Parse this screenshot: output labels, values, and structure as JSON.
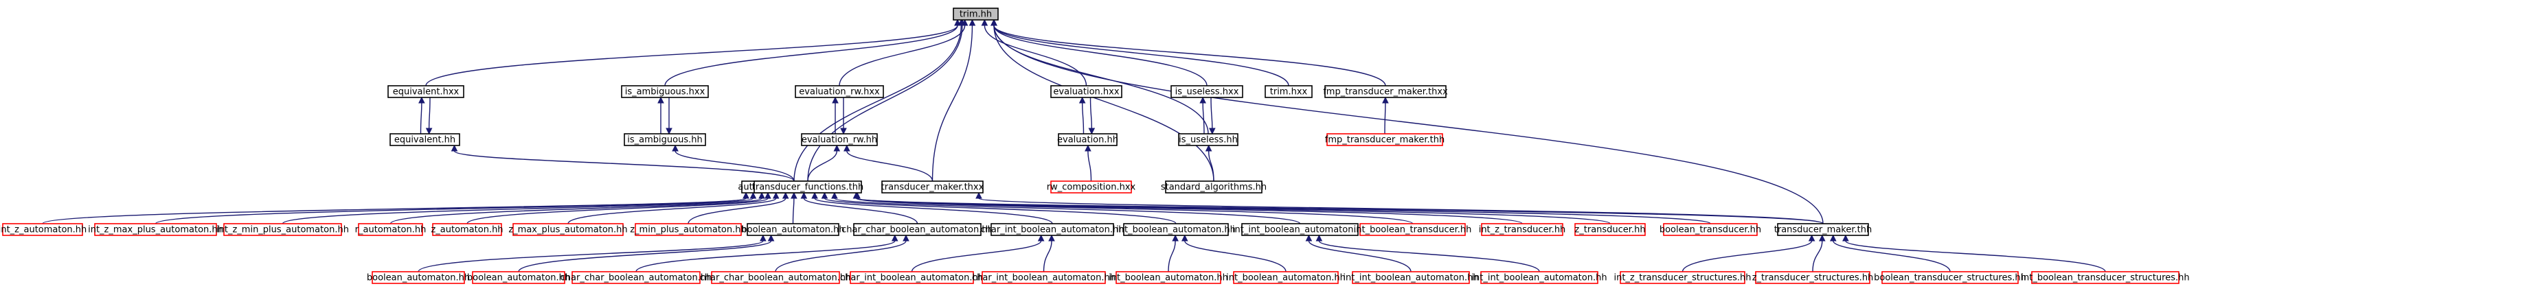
{
  "diagram": {
    "title": "",
    "colors": {
      "edge": "#191970",
      "root_fill": "#bfbfbf",
      "documented_border": "#000000",
      "undocumented_border": "#ff0000",
      "node_fill": "#ffffff"
    },
    "nodes": [
      {
        "id": "trim_hh",
        "label": "trim.hh",
        "kind": "root"
      },
      {
        "id": "equivalent_hxx",
        "label": "equivalent.hxx",
        "kind": "documented"
      },
      {
        "id": "is_ambiguous_hxx",
        "label": "is_ambiguous.hxx",
        "kind": "documented"
      },
      {
        "id": "evaluation_rw_hxx",
        "label": "evaluation_rw.hxx",
        "kind": "documented"
      },
      {
        "id": "evaluation_hxx",
        "label": "evaluation.hxx",
        "kind": "documented"
      },
      {
        "id": "is_useless_hxx",
        "label": "is_useless.hxx",
        "kind": "documented"
      },
      {
        "id": "trim_hxx",
        "label": "trim.hxx",
        "kind": "documented"
      },
      {
        "id": "fmp_transducer_maker_thxx",
        "label": "fmp_transducer_maker.thxx",
        "kind": "documented"
      },
      {
        "id": "equivalent_hh",
        "label": "equivalent.hh",
        "kind": "documented"
      },
      {
        "id": "is_ambiguous_hh",
        "label": "is_ambiguous.hh",
        "kind": "documented"
      },
      {
        "id": "evaluation_rw_hh",
        "label": "evaluation_rw.hh",
        "kind": "documented"
      },
      {
        "id": "evaluation_hh",
        "label": "evaluation.hh",
        "kind": "documented"
      },
      {
        "id": "is_useless_hh",
        "label": "is_useless.hh",
        "kind": "documented"
      },
      {
        "id": "fmp_transducer_maker_thh",
        "label": "fmp_transducer_maker.thh",
        "kind": "undocumented"
      },
      {
        "id": "rw_composition_hxx",
        "label": "rw_composition.hxx",
        "kind": "undocumented"
      },
      {
        "id": "standard_algorithms_hh",
        "label": "standard_algorithms.hh",
        "kind": "documented"
      },
      {
        "id": "automaton_functions_thh",
        "label": "automaton_functions.thh",
        "kind": "documented"
      },
      {
        "id": "transducer_functions_thh",
        "label": "transducer_functions.thh",
        "kind": "documented"
      },
      {
        "id": "transducer_maker_thxx",
        "label": "transducer_maker.thxx",
        "kind": "documented"
      },
      {
        "id": "int_z_automaton_hh",
        "label": "int_z_automaton.hh",
        "kind": "undocumented"
      },
      {
        "id": "int_z_max_plus_automaton_hh",
        "label": "int_z_max_plus_automaton.hh",
        "kind": "undocumented"
      },
      {
        "id": "int_z_min_plus_automaton_hh",
        "label": "int_z_min_plus_automaton.hh",
        "kind": "undocumented"
      },
      {
        "id": "r_automaton_hh",
        "label": "r_automaton.hh",
        "kind": "undocumented"
      },
      {
        "id": "z_automaton_hh",
        "label": "z_automaton.hh",
        "kind": "undocumented"
      },
      {
        "id": "z_max_plus_automaton_hh",
        "label": "z_max_plus_automaton.hh",
        "kind": "undocumented"
      },
      {
        "id": "z_min_plus_automaton_hh",
        "label": "z_min_plus_automaton.hh",
        "kind": "undocumented"
      },
      {
        "id": "boolean_automaton_hh_mid",
        "label": "boolean_automaton.hh",
        "kind": "documented"
      },
      {
        "id": "char_char_boolean_automaton_hh_mid",
        "label": "char_char_boolean_automaton.hh",
        "kind": "documented"
      },
      {
        "id": "char_int_boolean_automaton_hh_mid",
        "label": "char_int_boolean_automaton.hh",
        "kind": "documented"
      },
      {
        "id": "int_boolean_automaton_hh_mid",
        "label": "int_boolean_automaton.hh",
        "kind": "documented"
      },
      {
        "id": "int_int_boolean_automaton_hh_mid",
        "label": "int_int_boolean_automaton.hh",
        "kind": "documented"
      },
      {
        "id": "int_boolean_transducer_hh",
        "label": "int_boolean_transducer.hh",
        "kind": "undocumented"
      },
      {
        "id": "int_z_transducer_hh",
        "label": "int_z_transducer.hh",
        "kind": "undocumented"
      },
      {
        "id": "z_transducer_hh",
        "label": "z_transducer.hh",
        "kind": "undocumented"
      },
      {
        "id": "boolean_transducer_hh",
        "label": "boolean_transducer.hh",
        "kind": "undocumented"
      },
      {
        "id": "transducer_maker_thh",
        "label": "transducer_maker.thh",
        "kind": "documented"
      },
      {
        "id": "boolean_automaton_hh_b1",
        "label": "boolean_automaton.hh",
        "kind": "undocumented"
      },
      {
        "id": "boolean_automaton_hh_b2",
        "label": "boolean_automaton.hh",
        "kind": "undocumented"
      },
      {
        "id": "char_char_boolean_automaton_hh_b1",
        "label": "char_char_boolean_automaton.hh",
        "kind": "undocumented"
      },
      {
        "id": "char_char_boolean_automaton_hh_b2",
        "label": "char_char_boolean_automaton.hh",
        "kind": "undocumented"
      },
      {
        "id": "char_int_boolean_automaton_hh_b1",
        "label": "char_int_boolean_automaton.hh",
        "kind": "undocumented"
      },
      {
        "id": "char_int_boolean_automaton_hh_b2",
        "label": "char_int_boolean_automaton.hh",
        "kind": "undocumented"
      },
      {
        "id": "int_boolean_automaton_hh_b1",
        "label": "int_boolean_automaton.hh",
        "kind": "undocumented"
      },
      {
        "id": "int_boolean_automaton_hh_b2",
        "label": "int_boolean_automaton.hh",
        "kind": "undocumented"
      },
      {
        "id": "int_int_boolean_automaton_hh_b1",
        "label": "int_int_boolean_automaton.hh",
        "kind": "undocumented"
      },
      {
        "id": "int_int_boolean_automaton_hh_b2",
        "label": "int_int_boolean_automaton.hh",
        "kind": "undocumented"
      },
      {
        "id": "int_z_transducer_structures_hh",
        "label": "int_z_transducer_structures.hh",
        "kind": "undocumented"
      },
      {
        "id": "z_transducer_structures_hh",
        "label": "z_transducer_structures.hh",
        "kind": "undocumented"
      },
      {
        "id": "boolean_transducer_structures_hh",
        "label": "boolean_transducer_structures.hh",
        "kind": "undocumented"
      },
      {
        "id": "int_boolean_transducer_structures_hh",
        "label": "int_boolean_transducer_structures.hh",
        "kind": "undocumented"
      }
    ],
    "edges": [
      [
        "equivalent_hxx",
        "trim_hh"
      ],
      [
        "is_ambiguous_hxx",
        "trim_hh"
      ],
      [
        "evaluation_rw_hxx",
        "trim_hh"
      ],
      [
        "evaluation_hxx",
        "trim_hh"
      ],
      [
        "is_useless_hxx",
        "trim_hh"
      ],
      [
        "trim_hxx",
        "trim_hh"
      ],
      [
        "fmp_transducer_maker_thxx",
        "trim_hh"
      ],
      [
        "automaton_functions_thh",
        "trim_hh"
      ],
      [
        "transducer_functions_thh",
        "trim_hh"
      ],
      [
        "transducer_maker_thxx",
        "trim_hh"
      ],
      [
        "transducer_maker_thh",
        "trim_hh"
      ],
      [
        "standard_algorithms_hh",
        "trim_hh"
      ],
      [
        "is_useless_hh",
        "trim_hh"
      ],
      [
        "equivalent_hh",
        "equivalent_hxx"
      ],
      [
        "equivalent_hxx",
        "equivalent_hh"
      ],
      [
        "is_ambiguous_hh",
        "is_ambiguous_hxx"
      ],
      [
        "is_ambiguous_hxx",
        "is_ambiguous_hh"
      ],
      [
        "evaluation_rw_hh",
        "evaluation_rw_hxx"
      ],
      [
        "evaluation_rw_hxx",
        "evaluation_rw_hh"
      ],
      [
        "evaluation_hh",
        "evaluation_hxx"
      ],
      [
        "evaluation_hxx",
        "evaluation_hh"
      ],
      [
        "is_useless_hh",
        "is_useless_hxx"
      ],
      [
        "is_useless_hxx",
        "is_useless_hh"
      ],
      [
        "fmp_transducer_maker_thh",
        "fmp_transducer_maker_thxx"
      ],
      [
        "automaton_functions_thh",
        "equivalent_hh"
      ],
      [
        "automaton_functions_thh",
        "is_ambiguous_hh"
      ],
      [
        "transducer_functions_thh",
        "evaluation_rw_hh"
      ],
      [
        "transducer_maker_thxx",
        "evaluation_rw_hh"
      ],
      [
        "rw_composition_hxx",
        "evaluation_hh"
      ],
      [
        "standard_algorithms_hh",
        "is_useless_hh"
      ],
      [
        "transducer_maker_thh",
        "transducer_maker_thxx"
      ],
      [
        "int_z_automaton_hh",
        "automaton_functions_thh"
      ],
      [
        "int_z_max_plus_automaton_hh",
        "automaton_functions_thh"
      ],
      [
        "int_z_min_plus_automaton_hh",
        "automaton_functions_thh"
      ],
      [
        "r_automaton_hh",
        "automaton_functions_thh"
      ],
      [
        "z_automaton_hh",
        "automaton_functions_thh"
      ],
      [
        "z_max_plus_automaton_hh",
        "automaton_functions_thh"
      ],
      [
        "z_min_plus_automaton_hh",
        "automaton_functions_thh"
      ],
      [
        "boolean_automaton_hh_mid",
        "automaton_functions_thh"
      ],
      [
        "char_char_boolean_automaton_hh_mid",
        "automaton_functions_thh"
      ],
      [
        "char_int_boolean_automaton_hh_mid",
        "automaton_functions_thh"
      ],
      [
        "int_boolean_automaton_hh_mid",
        "automaton_functions_thh"
      ],
      [
        "int_int_boolean_automaton_hh_mid",
        "automaton_functions_thh"
      ],
      [
        "int_boolean_transducer_hh",
        "transducer_functions_thh"
      ],
      [
        "int_z_transducer_hh",
        "transducer_functions_thh"
      ],
      [
        "z_transducer_hh",
        "transducer_functions_thh"
      ],
      [
        "boolean_transducer_hh",
        "transducer_functions_thh"
      ],
      [
        "transducer_maker_thh",
        "transducer_functions_thh"
      ],
      [
        "boolean_automaton_hh_b1",
        "boolean_automaton_hh_mid"
      ],
      [
        "boolean_automaton_hh_b2",
        "boolean_automaton_hh_mid"
      ],
      [
        "char_char_boolean_automaton_hh_b1",
        "char_char_boolean_automaton_hh_mid"
      ],
      [
        "char_char_boolean_automaton_hh_b2",
        "char_char_boolean_automaton_hh_mid"
      ],
      [
        "char_int_boolean_automaton_hh_b1",
        "char_int_boolean_automaton_hh_mid"
      ],
      [
        "char_int_boolean_automaton_hh_b2",
        "char_int_boolean_automaton_hh_mid"
      ],
      [
        "int_boolean_automaton_hh_b1",
        "int_boolean_automaton_hh_mid"
      ],
      [
        "int_boolean_automaton_hh_b2",
        "int_boolean_automaton_hh_mid"
      ],
      [
        "int_int_boolean_automaton_hh_b1",
        "int_int_boolean_automaton_hh_mid"
      ],
      [
        "int_int_boolean_automaton_hh_b2",
        "int_int_boolean_automaton_hh_mid"
      ],
      [
        "int_z_transducer_structures_hh",
        "transducer_maker_thh"
      ],
      [
        "z_transducer_structures_hh",
        "transducer_maker_thh"
      ],
      [
        "boolean_transducer_structures_hh",
        "transducer_maker_thh"
      ],
      [
        "int_boolean_transducer_structures_hh",
        "transducer_maker_thh"
      ]
    ]
  }
}
